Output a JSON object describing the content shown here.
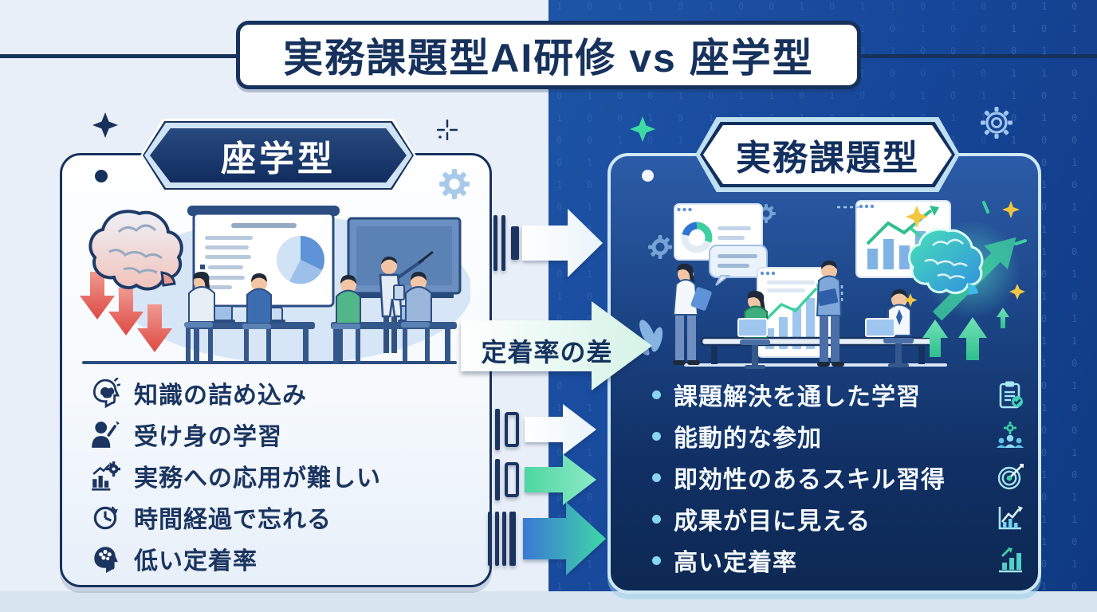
{
  "title": {
    "text": "実務課題型AI研修 vs 座学型"
  },
  "center": {
    "arrow_label": "定着率の差"
  },
  "left_panel": {
    "header": "座学型",
    "items": [
      {
        "icon": "head-knowledge-icon",
        "label": "知識の詰め込み"
      },
      {
        "icon": "passive-person-icon",
        "label": "受け身の学習"
      },
      {
        "icon": "chart-gear-icon",
        "label": "実務への応用が難しい"
      },
      {
        "icon": "clock-icon",
        "label": "時間経過で忘れる"
      },
      {
        "icon": "head-brain-icon",
        "label": "低い定着率"
      }
    ]
  },
  "right_panel": {
    "header": "実務課題型",
    "items": [
      {
        "icon": "clipboard-check-icon",
        "label": "課題解決を通した学習"
      },
      {
        "icon": "team-gear-icon",
        "label": "能動的な参加"
      },
      {
        "icon": "target-icon",
        "label": "即効性のあるスキル習得"
      },
      {
        "icon": "line-chart-icon",
        "label": "成果が目に見える"
      },
      {
        "icon": "bar-chart-icon",
        "label": "高い定着率"
      }
    ]
  },
  "background": {
    "binary_digits": "10110100101101001011010010110"
  },
  "colors": {
    "navy": "#16325c",
    "light_bg": "#e9eff8",
    "dark_bg": "#123f86",
    "panel_border_light": "#cfe8f7",
    "accent_green": "#3ed0a6",
    "accent_cyan": "#8fdcf2",
    "arrow_red": "#e2544e"
  }
}
